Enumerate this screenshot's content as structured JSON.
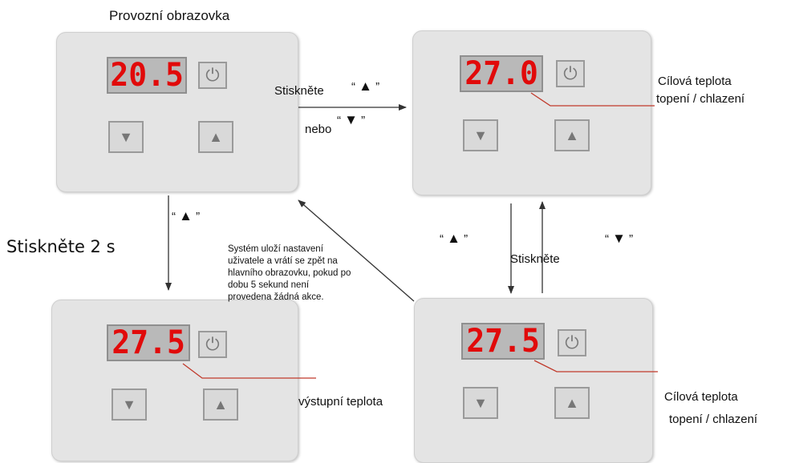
{
  "title": "Provozní obrazovka",
  "panels": {
    "top_left": {
      "display": "20.5"
    },
    "top_right": {
      "display": "27.0"
    },
    "bottom_left": {
      "display": "27.5"
    },
    "bottom_right": {
      "display": "27.5"
    }
  },
  "icons": {
    "power": "power-icon",
    "down": "triangle-down-icon",
    "up": "triangle-up-icon"
  },
  "glyphs": {
    "power": "⏻",
    "down": "▼",
    "up": "▲"
  },
  "labels": {
    "press_top": "Stiskněte",
    "quote_up_open": "“",
    "quote_up_sym": "▲",
    "quote_up_close": "”",
    "nebo": "nebo",
    "quote_down_open": "“",
    "quote_down_sym": "▼",
    "quote_down_close": "”",
    "target_temp_top_line1": "Cílová teplota",
    "target_temp_top_line2": "topení / chlazení",
    "press_2s": "Stiskněte  2 s",
    "left_quote_open": "“",
    "left_quote_sym": "▲",
    "left_quote_close": "”",
    "note_line1": "Systém uloží nastavení",
    "note_line2": "uživatele a vrátí se zpět na",
    "note_line3": "hlavního obrazovku, pokud po",
    "note_line4": "dobu 5 sekund není",
    "note_line5": "provedena žádná akce.",
    "mid_quote_up_open": "“",
    "mid_quote_up_sym": "▲",
    "mid_quote_up_close": "”",
    "press_mid": "Stiskněte",
    "mid_quote_down_open": "“",
    "mid_quote_down_sym": "▼",
    "mid_quote_down_close": "”",
    "output_temp": "výstupní teplota",
    "target_temp_bottom_line1": "Cílová teplota",
    "target_temp_bottom_line2": "topení / chlazení"
  },
  "colors": {
    "digit_red": "#e10a0a",
    "leader_red": "#c0392b"
  }
}
